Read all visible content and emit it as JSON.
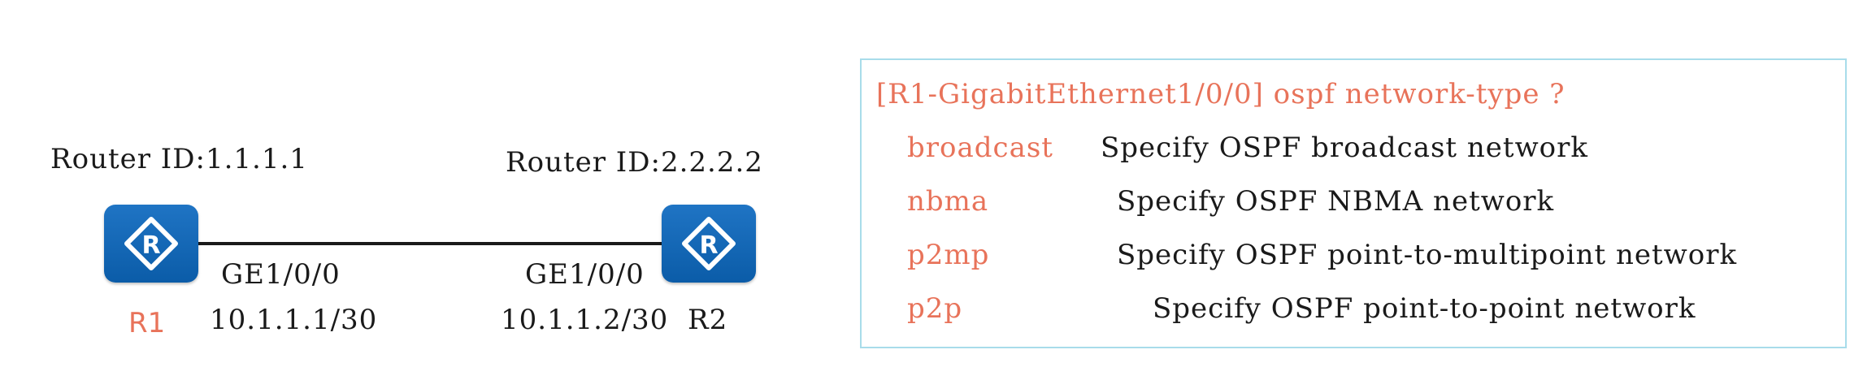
{
  "routers": [
    {
      "name": "R1",
      "router_id": "Router ID:1.1.1.1",
      "interface": "GE1/0/0",
      "ip": "10.1.1.1/30"
    },
    {
      "name": "R2",
      "router_id": "Router ID:2.2.2.2",
      "interface": "GE1/0/0",
      "ip": "10.1.1.2/30"
    }
  ],
  "cli": {
    "command": "[R1-GigabitEthernet1/0/0] ospf network-type ?",
    "options": [
      {
        "keyword": "broadcast",
        "description": "Specify OSPF broadcast network"
      },
      {
        "keyword": "nbma",
        "description": "Specify OSPF NBMA network"
      },
      {
        "keyword": "p2mp",
        "description": "Specify OSPF point-to-multipoint network"
      },
      {
        "keyword": "p2p",
        "description": "Specify OSPF point-to-point network"
      }
    ]
  },
  "colors": {
    "router_fill": "#0b5ca8",
    "accent": "#e8735a",
    "box_border": "#a8dcea"
  },
  "icons": {
    "router": "router-icon"
  }
}
